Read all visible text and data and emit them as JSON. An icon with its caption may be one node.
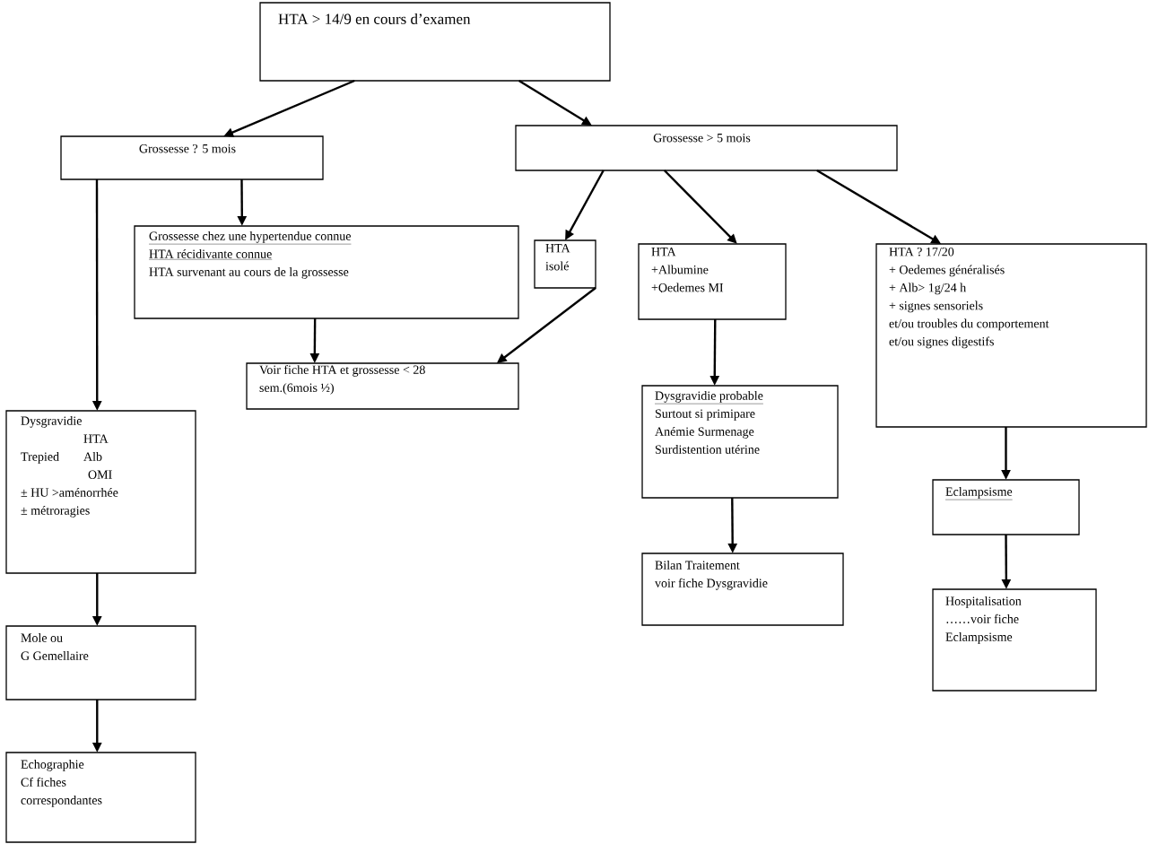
{
  "diagram": {
    "nodes": [
      {
        "text": [
          "HTA > 14/9 en cours d’examen"
        ]
      },
      {
        "text": [
          "Grossesse ? 5 mois"
        ]
      },
      {
        "text": [
          "Grossesse > 5 mois"
        ]
      },
      {
        "text": [
          "Grossesse chez une hypertendue connue",
          "HTA récidivante connue",
          "HTA survenant au cours de la grossesse"
        ]
      },
      {
        "text": [
          "HTA isolé"
        ]
      },
      {
        "text": [
          "HTA",
          "+Albumine",
          "+Oedemes MI"
        ]
      },
      {
        "text": [
          "HTA ? 17/20",
          "+ Oedemes généralisés",
          "+ Alb> 1g/24 h",
          "+ signes sensoriels",
          "et/ou troubles du comportement",
          "et/ou signes digestifs"
        ]
      },
      {
        "text": [
          "Voir fiche HTA et grossesse < 28 sem.(6mois ½)"
        ]
      },
      {
        "text": [
          "Dysgravidie",
          "HTA",
          "Trepied",
          "Alb",
          "OMI",
          "± HU >aménorrhée",
          "± métroragies"
        ]
      },
      {
        "text": [
          "Dysgravidie probable",
          "Surtout si primipare",
          "Anémie Surmenage",
          "Surdistention utérine"
        ]
      },
      {
        "text": [
          "Eclampsisme"
        ]
      },
      {
        "text": [
          "Bilan Traitement",
          "voir fiche Dysgravidie"
        ]
      },
      {
        "text": [
          "Mole ou",
          "G Gemellaire"
        ]
      },
      {
        "text": [
          "Hospitalisation",
          "……voir fiche",
          "Eclampsisme"
        ]
      },
      {
        "text": [
          "Echographie",
          "Cf fiches correspondantes"
        ]
      }
    ],
    "edges": [
      {
        "from": 0,
        "to": 1,
        "arrow": "to"
      },
      {
        "from": 0,
        "to": 2,
        "arrow": "to"
      },
      {
        "from": 1,
        "to": 8,
        "arrow": "to"
      },
      {
        "from": 1,
        "to": 3,
        "arrow": "to"
      },
      {
        "from": 2,
        "to": 4,
        "arrow": "to"
      },
      {
        "from": 2,
        "to": 5,
        "arrow": "to"
      },
      {
        "from": 2,
        "to": 6,
        "arrow": "to"
      },
      {
        "from": 3,
        "to": 7,
        "arrow": "to"
      },
      {
        "from": 4,
        "to": 7,
        "arrow": "to"
      },
      {
        "from": 5,
        "to": 9,
        "arrow": "to"
      },
      {
        "from": 6,
        "to": 10,
        "arrow": "to"
      },
      {
        "from": 9,
        "to": 11,
        "arrow": "to"
      },
      {
        "from": 10,
        "to": 13,
        "arrow": "to"
      },
      {
        "from": 8,
        "to": 12,
        "arrow": "to"
      },
      {
        "from": 12,
        "to": 14,
        "arrow": "to"
      }
    ]
  }
}
